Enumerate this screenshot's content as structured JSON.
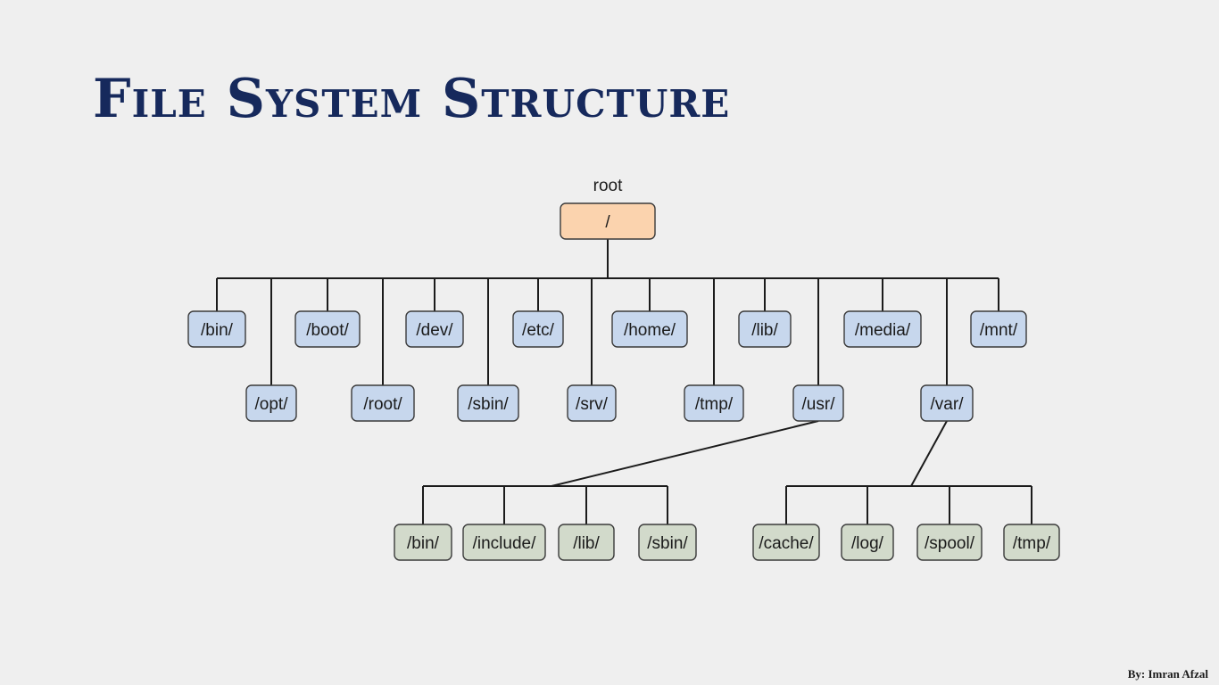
{
  "slide": {
    "title": "File System Structure",
    "credit": "By: Imran Afzal"
  },
  "tree": {
    "root": {
      "caption": "root",
      "label": "/"
    },
    "top_level": [
      "/bin/",
      "/opt/",
      "/boot/",
      "/root/",
      "/dev/",
      "/sbin/",
      "/etc/",
      "/srv/",
      "/home/",
      "/tmp/",
      "/lib/",
      "/usr/",
      "/media/",
      "/var/",
      "/mnt/"
    ],
    "usr_children": [
      "/bin/",
      "/include/",
      "/lib/",
      "/sbin/"
    ],
    "var_children": [
      "/cache/",
      "/log/",
      "/spool/",
      "/tmp/"
    ]
  },
  "colors": {
    "title": "#16295c",
    "root_fill": "#fbd3ae",
    "level1_fill": "#c7d7ed",
    "level2_fill": "#d2dacb"
  }
}
